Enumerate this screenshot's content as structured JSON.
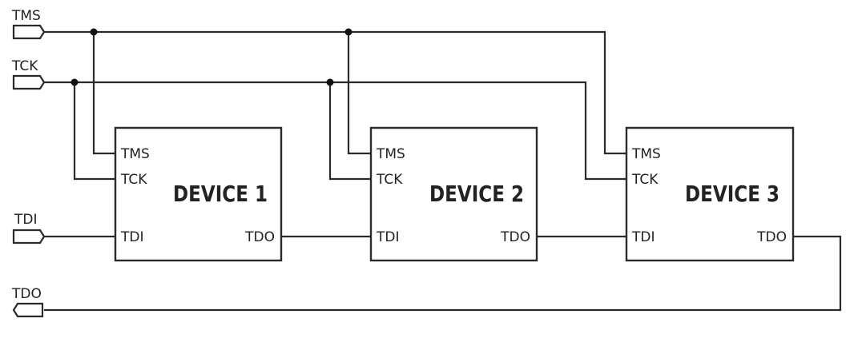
{
  "ports": {
    "tms": "TMS",
    "tck": "TCK",
    "tdi": "TDI",
    "tdo": "TDO"
  },
  "devices": [
    {
      "name": "DEVICE 1",
      "pins": {
        "tms": "TMS",
        "tck": "TCK",
        "tdi": "TDI",
        "tdo": "TDO"
      }
    },
    {
      "name": "DEVICE 2",
      "pins": {
        "tms": "TMS",
        "tck": "TCK",
        "tdi": "TDI",
        "tdo": "TDO"
      }
    },
    {
      "name": "DEVICE 3",
      "pins": {
        "tms": "TMS",
        "tck": "TCK",
        "tdi": "TDI",
        "tdo": "TDO"
      }
    }
  ]
}
